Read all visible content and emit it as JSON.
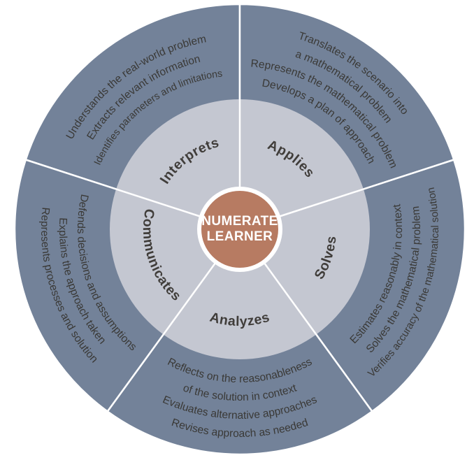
{
  "diagram": {
    "center": {
      "line1": "NUMERATE",
      "line2": "LEARNER"
    },
    "segments": [
      {
        "label": "Interprets",
        "outer_lines": [
          "Understands the real-world problem",
          "Extracts relevant information",
          "Identifies parameters and limitations"
        ]
      },
      {
        "label": "Applies",
        "outer_lines": [
          "Translates the scenario into",
          "a mathematical problem",
          "Represents the mathematical problem",
          "Develops a plan of approach"
        ]
      },
      {
        "label": "Solves",
        "outer_lines": [
          "Estimates reasonably in context",
          "Solves the mathematical problem",
          "Verifies accuracy of the mathematical solution"
        ]
      },
      {
        "label": "Analyzes",
        "outer_lines": [
          "Reflects on the reasonableness",
          "of the solution in context",
          "Evaluates alternative approaches",
          "Revises approach as needed"
        ]
      },
      {
        "label": "Communicates",
        "outer_lines": [
          "Defends decisions and assumptions",
          "Explains the approach taken",
          "Represents processes and solution"
        ]
      }
    ],
    "colors": {
      "outer_ring": "#738299",
      "inner_ring": "#c4c7d1",
      "center_fill": "#b77b62",
      "divider": "#ffffff",
      "center_ring": "#ffffff",
      "outer_text": "#3a3936",
      "inner_text": "#403d3a",
      "center_text": "#ffffff"
    }
  }
}
